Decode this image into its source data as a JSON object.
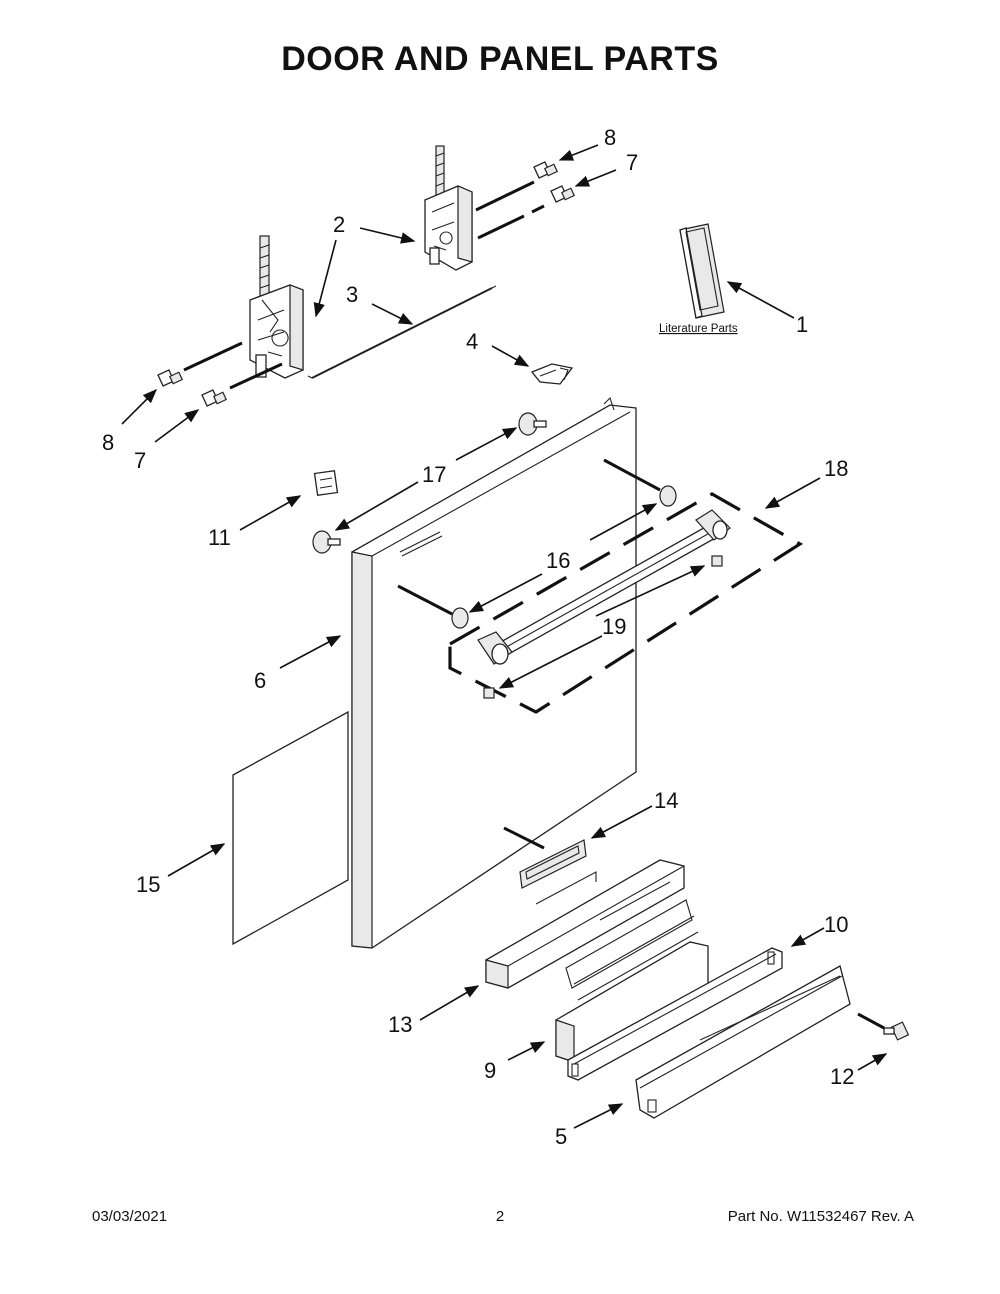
{
  "title": "DOOR AND PANEL PARTS",
  "literature_label": "Literature Parts",
  "callouts": {
    "c1": "1",
    "c2": "2",
    "c3": "3",
    "c4": "4",
    "c5": "5",
    "c6": "6",
    "c7a": "7",
    "c7b": "7",
    "c8a": "8",
    "c8b": "8",
    "c9": "9",
    "c10": "10",
    "c11": "11",
    "c12": "12",
    "c13": "13",
    "c14": "14",
    "c15": "15",
    "c16": "16",
    "c17": "17",
    "c18": "18",
    "c19": "19"
  },
  "footer": {
    "date": "03/03/2021",
    "page": "2",
    "part_no": "Part No.  W11532467  Rev.  A"
  }
}
